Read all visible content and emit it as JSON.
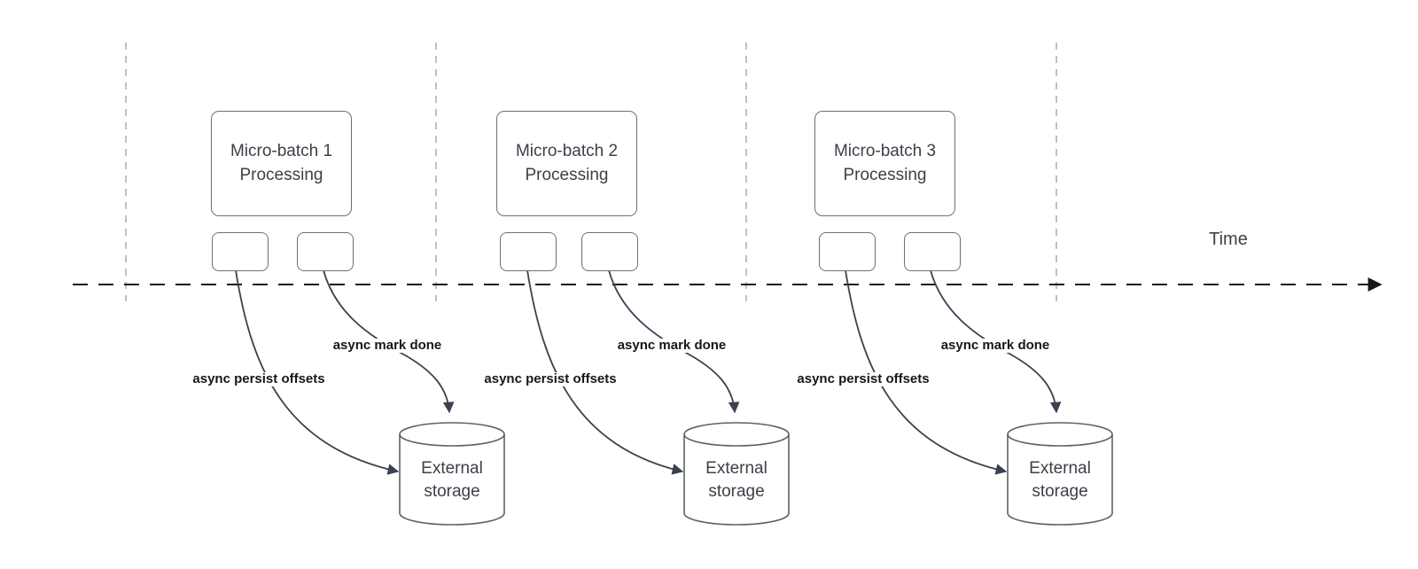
{
  "diagram": {
    "kind": "micro-batch streaming timeline",
    "timeline": {
      "label": "Time"
    },
    "colors": {
      "background": "#ffffff",
      "time_axis": "#16181d",
      "guide_line": "#a6a6a6",
      "connector": "#3a4150",
      "shape_border": "#6b6f77",
      "shape_text": "#3c4049",
      "connector_label_text": "#14171d"
    },
    "sections": [
      {
        "box_title_lines": [
          "Micro-batch 1",
          "Processing"
        ],
        "persist_label": "async persist offsets",
        "mark_label": "async mark done",
        "storage_lines": [
          "External",
          "storage"
        ]
      },
      {
        "box_title_lines": [
          "Micro-batch 2",
          "Processing"
        ],
        "persist_label": "async persist offsets",
        "mark_label": "async mark done",
        "storage_lines": [
          "External",
          "storage"
        ]
      },
      {
        "box_title_lines": [
          "Micro-batch 3",
          "Processing"
        ],
        "persist_label": "async persist offsets",
        "mark_label": "async mark done",
        "storage_lines": [
          "External",
          "storage"
        ]
      }
    ]
  }
}
